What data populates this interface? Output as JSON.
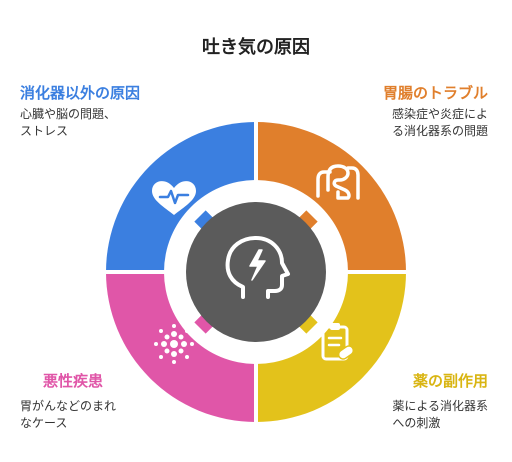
{
  "title": "吐き気の原因",
  "colors": {
    "top_left": "#3b7fe0",
    "top_right": "#e07f2c",
    "bottom_left": "#e056a8",
    "bottom_right": "#e3c21b",
    "center": "#5b5b5b",
    "ring": "#ffffff"
  },
  "categories": [
    {
      "key": "top_left",
      "title": "消化器以外の原因",
      "description": "心臓や脳の問題、\nストレス",
      "icon": "heart-pulse-icon"
    },
    {
      "key": "top_right",
      "title": "胃腸のトラブル",
      "description": "感染症や炎症によ\nる消化器系の問題",
      "icon": "intestine-icon"
    },
    {
      "key": "bottom_left",
      "title": "悪性疾患",
      "description": "胃がんなどのまれ\nなケース",
      "icon": "virus-cell-icon"
    },
    {
      "key": "bottom_right",
      "title": "薬の副作用",
      "description": "薬による消化器系\nへの刺激",
      "icon": "medication-clipboard-icon"
    }
  ],
  "center_icon": "head-lightning-icon"
}
